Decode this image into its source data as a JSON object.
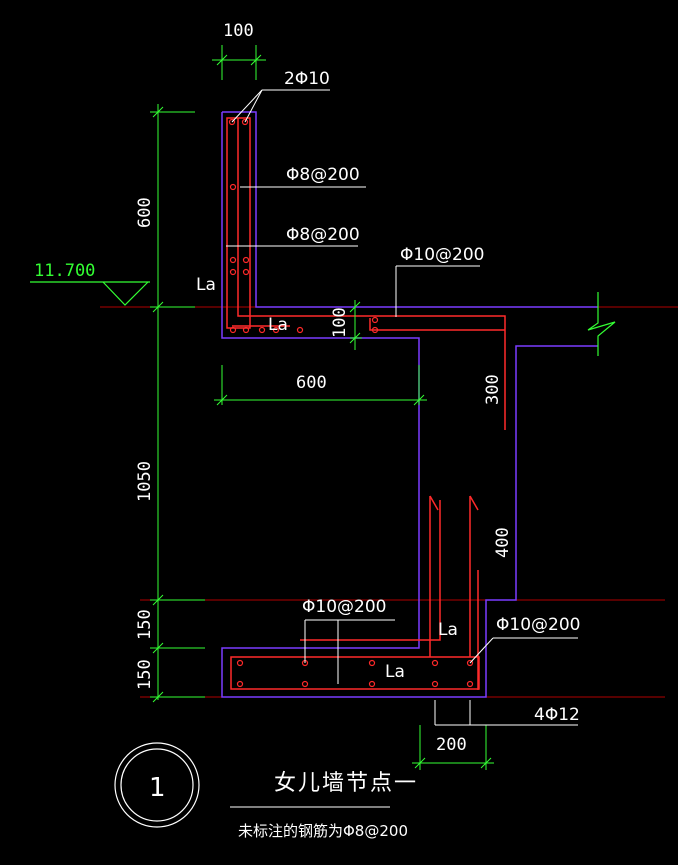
{
  "dimensions": {
    "top_width": "100",
    "upper_height": "600",
    "slab_thickness": "100",
    "ledge_width": "600",
    "drop": "300",
    "main_height": "1050",
    "beam_upper": "150",
    "beam_lower": "150",
    "col_height": "400",
    "bottom_width": "200"
  },
  "rebar_labels": {
    "top_bars": "2Φ10",
    "stirrup_1": "Φ8@200",
    "stirrup_2": "Φ8@200",
    "slab_bars": "Φ10@200",
    "beam_bars_left": "Φ10@200",
    "beam_bars_right": "Φ10@200",
    "bottom_bars": "4Φ12"
  },
  "anchor_labels": {
    "la_1": "La",
    "la_2": "La",
    "la_3": "La",
    "la_4": "La"
  },
  "elevation": "11.700",
  "detail_number": "1",
  "title": "女儿墙节点一",
  "subtitle": "未标注的钢筋为Φ8@200",
  "colors": {
    "concrete_outline": "#7b3cff",
    "rebar": "#ff2a2a",
    "dimension": "#33ff33",
    "reference_line": "#b00000",
    "text": "#ffffff"
  }
}
